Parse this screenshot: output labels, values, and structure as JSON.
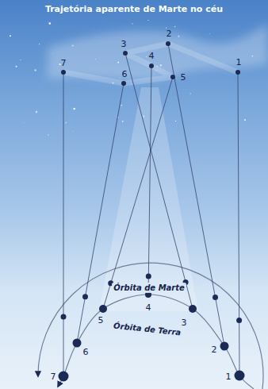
{
  "diagram": {
    "title": "Trajetória aparente de Marte no céu",
    "labels": [
      "2",
      "3",
      "4",
      "7",
      "1",
      "6",
      "5",
      "Órbita de Marte",
      "4",
      "3",
      "5",
      "Órbita de Terra",
      "6",
      "2",
      "1",
      "7"
    ]
  }
}
